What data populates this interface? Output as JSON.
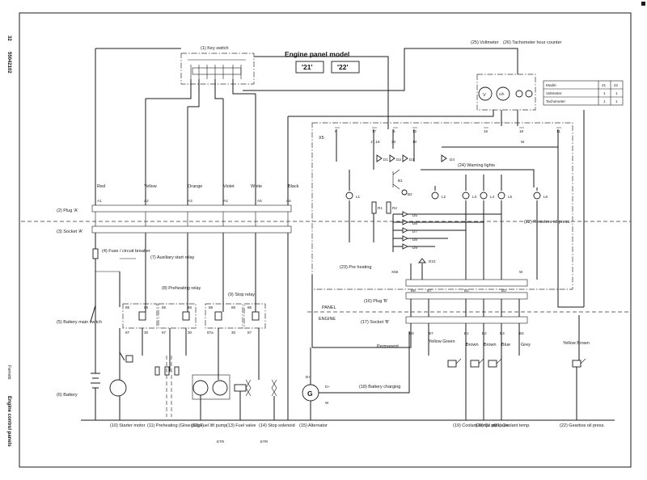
{
  "page": {
    "number": "32",
    "doc_code": "55042102",
    "section": "Engine control panels",
    "logo": "Ferretti"
  },
  "title": {
    "text": "Engine panel model",
    "models": [
      "'21'",
      "'22'"
    ]
  },
  "model_table": {
    "header": [
      "Model",
      "21",
      "22"
    ],
    "rows": [
      [
        "Voltmeter",
        "1",
        "1"
      ],
      [
        "Tachometer",
        "1",
        "1"
      ]
    ]
  },
  "areas": {
    "panel": "PANEL",
    "engine": "ENGINE"
  },
  "components": {
    "key_switch": "(1) Key switch",
    "voltmeter": "(25) Voltmeter",
    "tachometer": "(26) Tachometer hour counter",
    "plug_a": "(2) Plug 'A'",
    "socket_a": "(3) Socket 'A'",
    "fuse": "(4) Fuse / circuit breaker",
    "aux_start_relay": "(7) Auxiliary start relay",
    "preheat_relay": "(8) Preheating relay",
    "stop_relay": "(9) Stop relay",
    "battery_switch": "(5) Battery main switch",
    "battery": "(6) Battery",
    "warning_lights": "(24) Warning lights",
    "resistors": "(22) Resistors oil press.",
    "preheat_circuit": "(23) Pre heating",
    "plug_b": "(16) Plug 'B'",
    "socket_b": "(17) Socket 'B'",
    "battery_charging": "(18) Battery charging",
    "starter": "(10) Starter motor",
    "preheater": "(11) Preheating (Glow plugs)",
    "fuel_pump": "(12) Fuel lift pump",
    "fuel_valve": "(13) Fuel valve",
    "stop_solenoid": "(14) Stop solenoid",
    "alternator": "(15) Alternator",
    "coolant_temp_sw": "(19) Coolant temp. sw.",
    "oil_pressure_sw": "(20) Oil pressure",
    "coolant_temp": "(21) Coolant temp.",
    "deep_water": "(22) Gearbox oil press."
  },
  "abbrev": {
    "stop_type": "ETR",
    "x5": "X5",
    "x56": "X56",
    "w": "W"
  },
  "wire_colors": [
    "Red",
    "Yellow",
    "Orange",
    "Violet",
    "White",
    "Black"
  ],
  "pins_a": [
    "A1",
    "A2",
    "A3",
    "A4",
    "A5",
    "A6"
  ],
  "terminal_nums": {
    "top": [
      "8",
      "17",
      "5",
      "12",
      "15",
      "18",
      "11"
    ],
    "mid": [
      "17,18",
      "30",
      "10"
    ]
  },
  "diodes": [
    "D1",
    "D2",
    "D3",
    "D4",
    "D5",
    "D6",
    "D7",
    "D8",
    "D9",
    "D10"
  ],
  "lamps": [
    "L1",
    "L2",
    "L3",
    "L4",
    "L5",
    "L6"
  ],
  "resist": [
    "R1",
    "R2",
    "B1",
    "B2"
  ],
  "pins_b": [
    "B8",
    "B7",
    "B5",
    "B1",
    "B2",
    "B3",
    "B4"
  ],
  "relay_pins": [
    "85",
    "86",
    "30",
    "87",
    "87a"
  ],
  "engine_wires": {
    "permanent": "Permanent",
    "yellow_green": "Yellow Green",
    "brown": "Brown",
    "brown2": "Brown",
    "blue": "Blue",
    "grey": "Grey",
    "yellow_brown": "Yellow Brown"
  },
  "alt_terminals": [
    "B+",
    "D+",
    "W"
  ]
}
